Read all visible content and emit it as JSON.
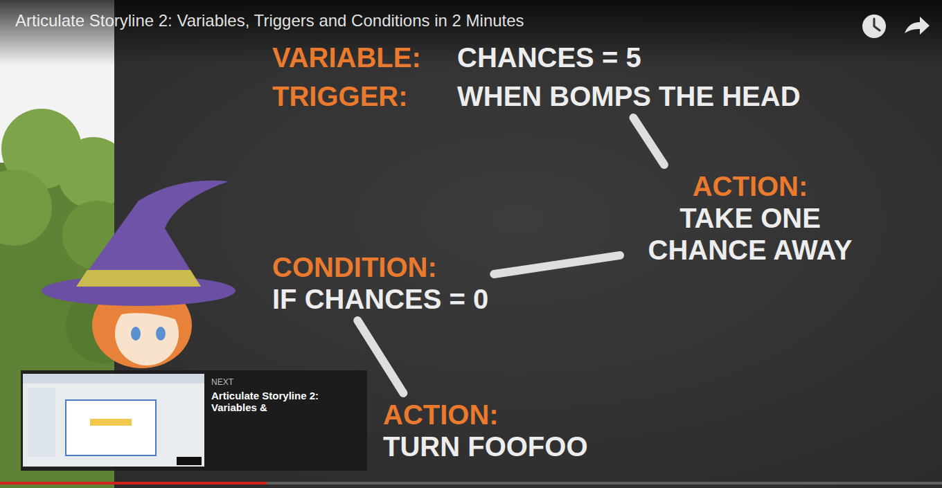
{
  "diagram": {
    "title": "Articulate Storyline 2: Variables, Triggers and Conditions in 2 Minutes",
    "nodes": [
      {
        "text": [
          "VARIABLE:",
          "CHANCES = 5"
        ]
      },
      {
        "text": [
          "TRIGGER:",
          "WHEN BOMPS THE HEAD"
        ]
      },
      {
        "text": [
          "ACTION:",
          "TAKE ONE CHANCE AWAY"
        ]
      },
      {
        "text": [
          "CONDITION:",
          "IF CHANCES = 0"
        ]
      },
      {
        "text": [
          "ACTION:",
          "TURN FOOFOO"
        ]
      }
    ],
    "edges": [
      {
        "from": 1,
        "to": 2,
        "arrow": "none"
      },
      {
        "from": 2,
        "to": 3,
        "arrow": "none"
      },
      {
        "from": 3,
        "to": 4,
        "arrow": "none"
      }
    ],
    "labels": [
      "NEXT",
      "Articulate Storyline 2: Variables &"
    ]
  }
}
